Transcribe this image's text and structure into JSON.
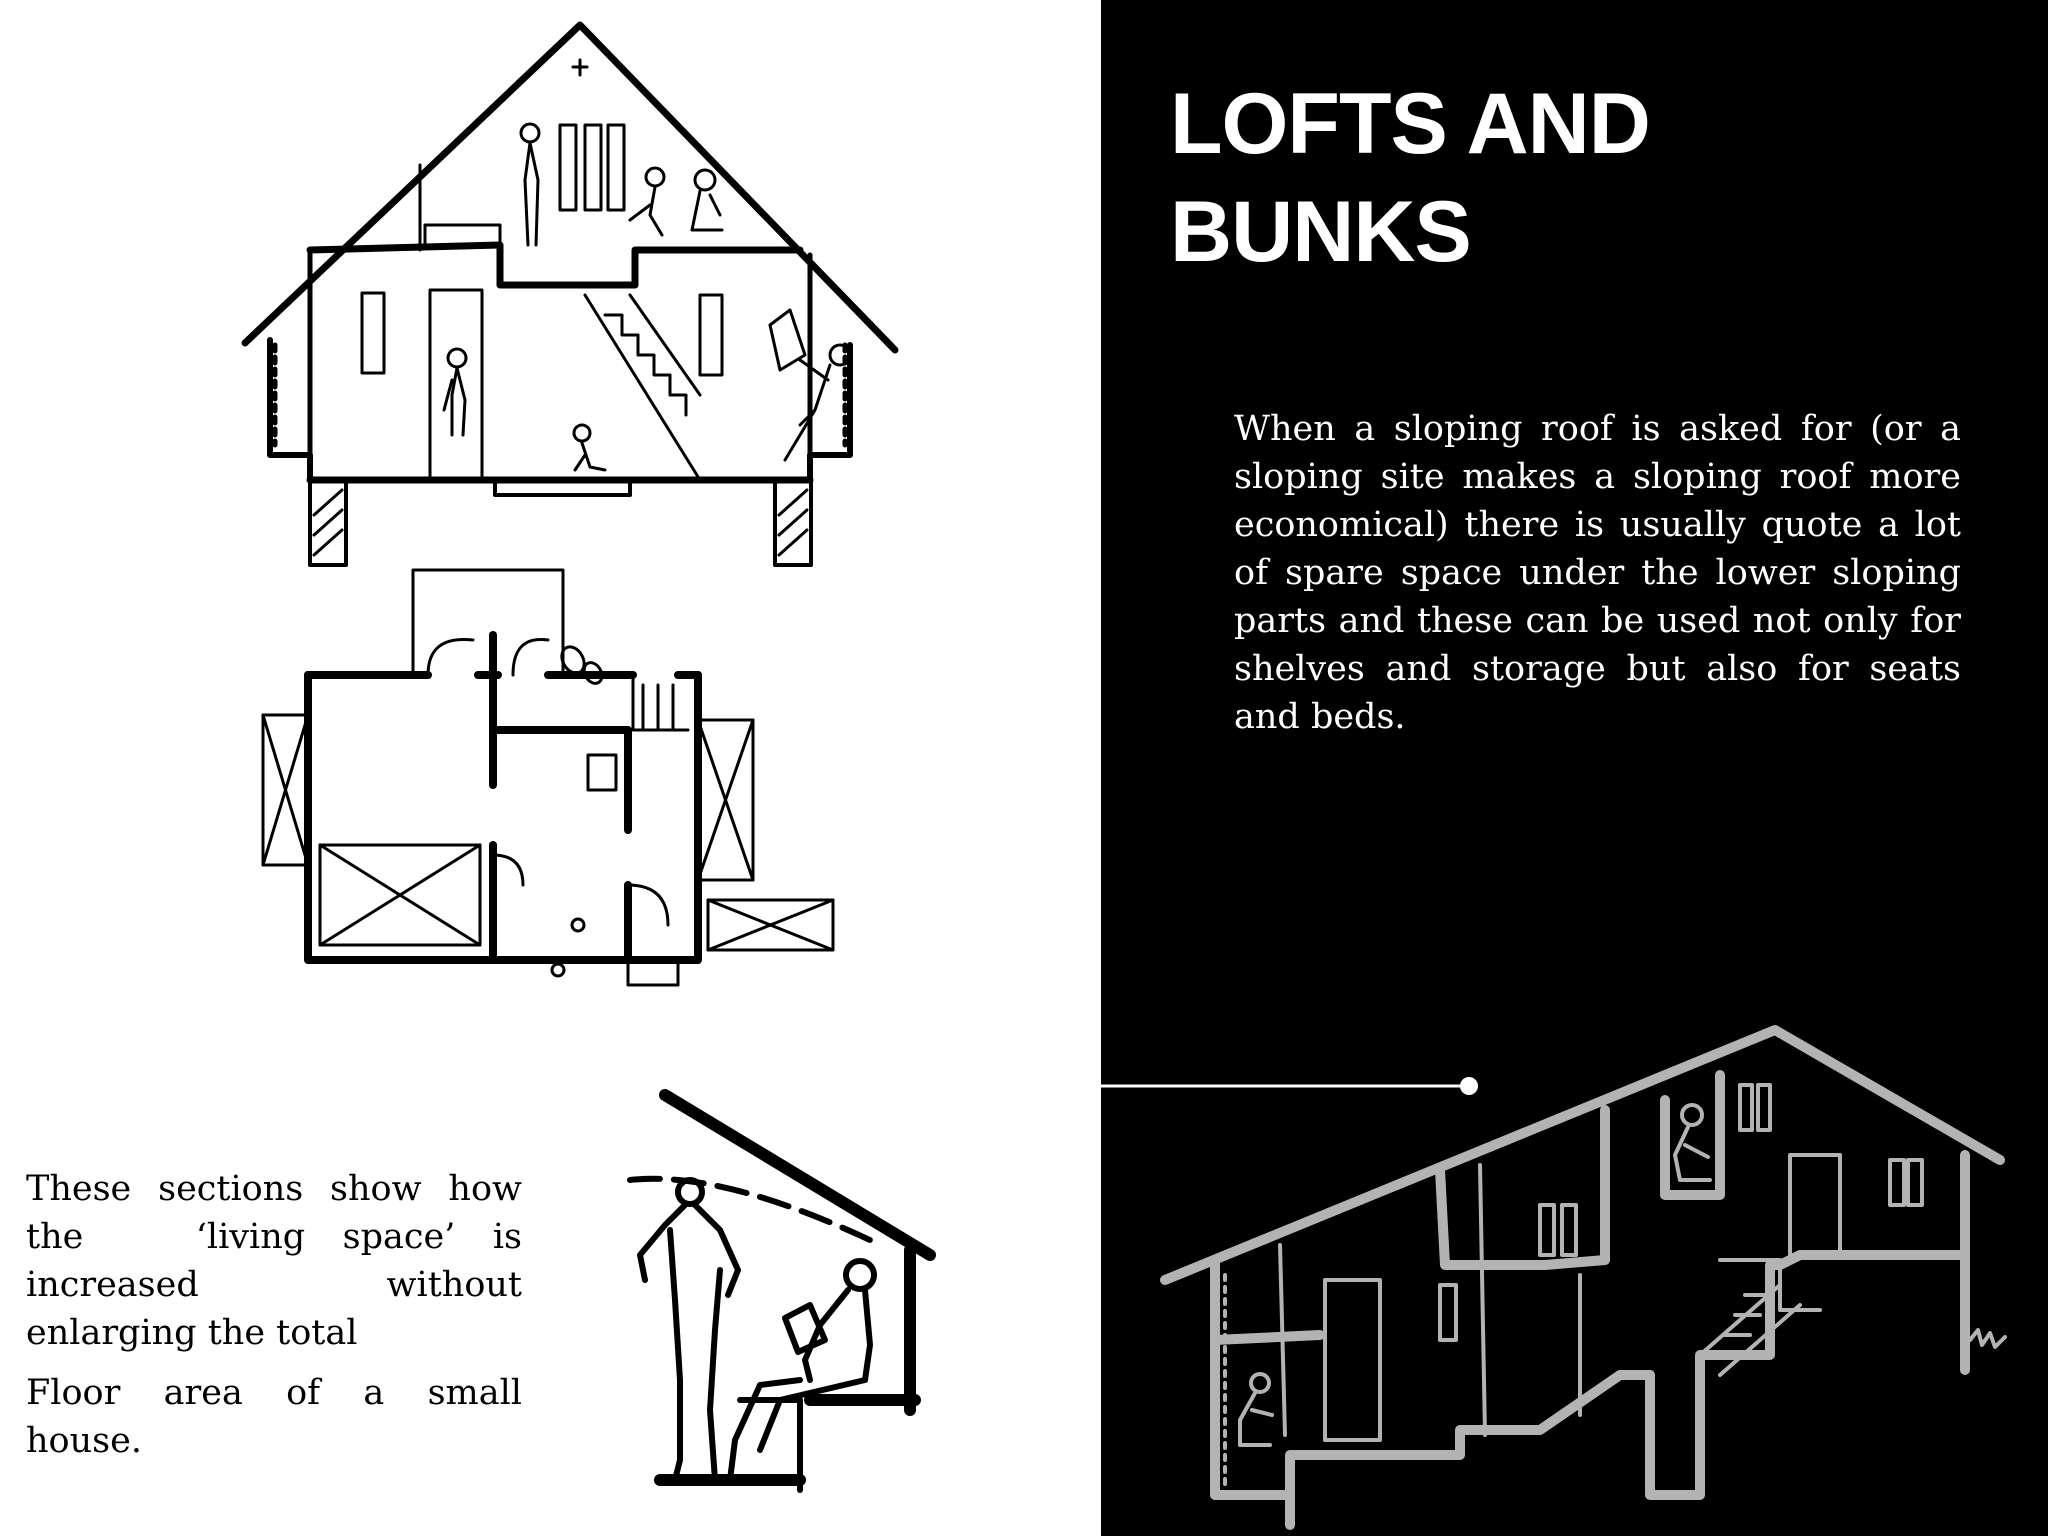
{
  "title": {
    "line1": "LOFTS AND",
    "line2": "BUNKS"
  },
  "right_paragraph": "When a sloping roof is asked for (or a sloping  site makes a sloping roof more economical)  there is usually quote a lot of spare space  under the lower sloping parts and these can  be used not only for shelves and storage but  also for seats and beds.",
  "left_paragraphs": {
    "p1_line1": "These sections show how",
    "p1_line2": "the   ‘living space’ is",
    "p1_line3": "increased          without",
    "p1_line4": "enlarging the total",
    "p2_line1": "Floor area of a small",
    "p2_line2": "house."
  },
  "colors": {
    "dark_panel": "#000000",
    "light_panel": "#ffffff",
    "sketch_dark": "#000000",
    "sketch_light": "#b3b3b3",
    "connector": "#ffffff"
  }
}
